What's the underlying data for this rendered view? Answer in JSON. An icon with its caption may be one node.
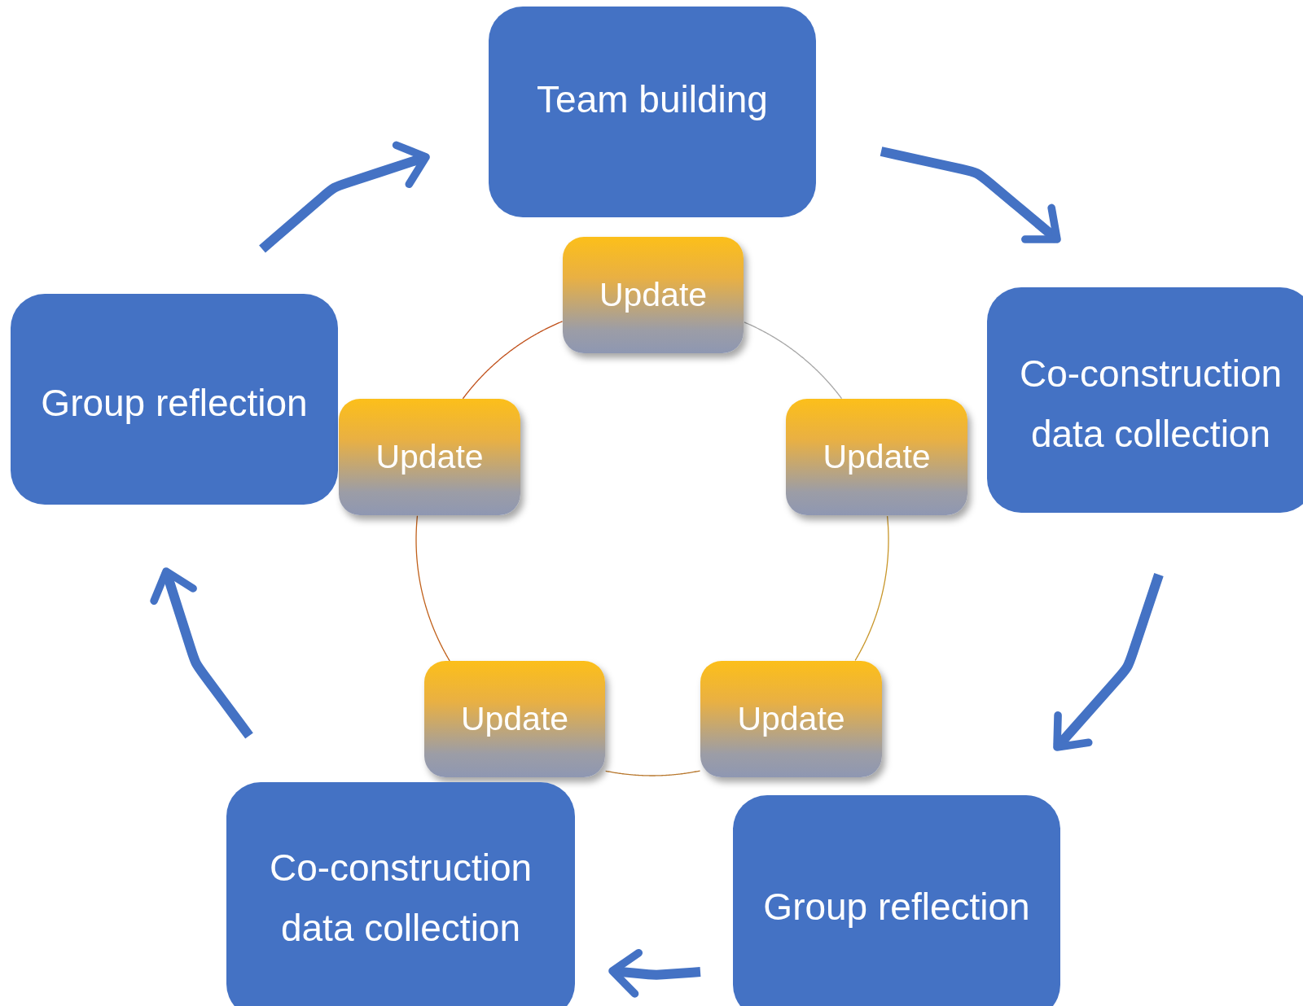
{
  "diagram": {
    "nodes": [
      {
        "text": [
          "Team building"
        ]
      },
      {
        "text": [
          "Update"
        ]
      },
      {
        "text": [
          "Co-construction data collection"
        ]
      },
      {
        "text": [
          "Group reflection"
        ]
      },
      {
        "text": [
          "Update"
        ]
      },
      {
        "text": [
          "Update"
        ]
      },
      {
        "text": [
          "Update"
        ]
      },
      {
        "text": [
          "Update"
        ]
      },
      {
        "text": [
          "Co-construction data collection"
        ]
      },
      {
        "text": [
          "Group reflection"
        ]
      }
    ],
    "edges": [
      {
        "from": 0,
        "to": 2,
        "arrow": "to",
        "style": "thick"
      },
      {
        "from": 2,
        "to": 9,
        "arrow": "to",
        "style": "thick"
      },
      {
        "from": 9,
        "to": 8,
        "arrow": "to",
        "style": "thick"
      },
      {
        "from": 8,
        "to": 3,
        "arrow": "to",
        "style": "thick"
      },
      {
        "from": 3,
        "to": 0,
        "arrow": "to",
        "style": "thick"
      },
      {
        "from": 1,
        "to": 5,
        "arrow": "none",
        "color": "#a6a6a6"
      },
      {
        "from": 5,
        "to": 7,
        "arrow": "none",
        "color": "#c8962a"
      },
      {
        "from": 7,
        "to": 6,
        "arrow": "none",
        "color": "#b8782e"
      },
      {
        "from": 6,
        "to": 4,
        "arrow": "none",
        "color": "#c0601a"
      },
      {
        "from": 4,
        "to": 1,
        "arrow": "none",
        "color": "#c0501a"
      }
    ]
  }
}
